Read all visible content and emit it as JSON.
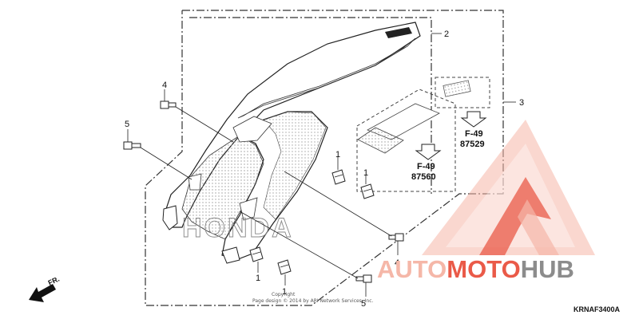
{
  "diagram": {
    "callouts": {
      "c1a": "1",
      "c1b": "1",
      "c1c": "1",
      "c1d": "1",
      "c2": "2",
      "c3": "3",
      "c4a": "4",
      "c4b": "4",
      "c5a": "5",
      "c5b": "5"
    },
    "refs": {
      "ref1_section": "F-49",
      "ref1_number": "87529",
      "ref2_section": "F-49",
      "ref2_number": "87560"
    },
    "fender_brand": "HONDA",
    "copyright_line1": "Copyright",
    "copyright_line2": "Page design © 2014 by ARI Network Services, Inc.",
    "front_label": "FR.",
    "diagram_code": "KRNAF3400A"
  },
  "watermark": {
    "word_part1": "AUTO",
    "word_part2": "MOTO",
    "word_part3": "HUB",
    "color_light": "#f5b7a8",
    "color_red": "#ea5a48",
    "color_grey": "#8c8c8c"
  }
}
